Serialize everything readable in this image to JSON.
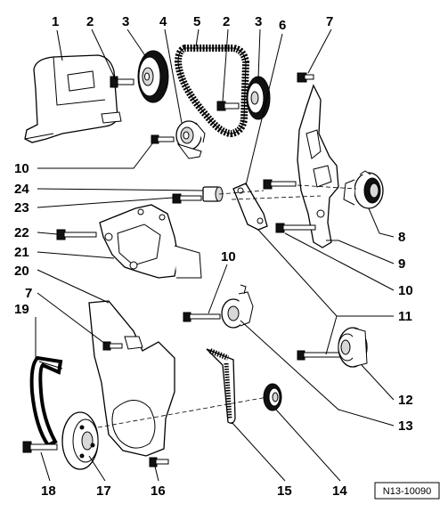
{
  "reference_code": "N13-10090",
  "callouts": {
    "c1": "1",
    "c2a": "2",
    "c3a": "3",
    "c4": "4",
    "c5": "5",
    "c2b": "2",
    "c3b": "3",
    "c6": "6",
    "c7a": "7",
    "c10a": "10",
    "c24": "24",
    "c23": "23",
    "c22": "22",
    "c21": "21",
    "c8": "8",
    "c9": "9",
    "c10b": "10",
    "c20": "20",
    "c10c": "10",
    "c11": "11",
    "c7b": "7",
    "c19": "19",
    "c12": "12",
    "c13": "13",
    "c18": "18",
    "c17": "17",
    "c16": "16",
    "c15": "15",
    "c14": "14"
  }
}
